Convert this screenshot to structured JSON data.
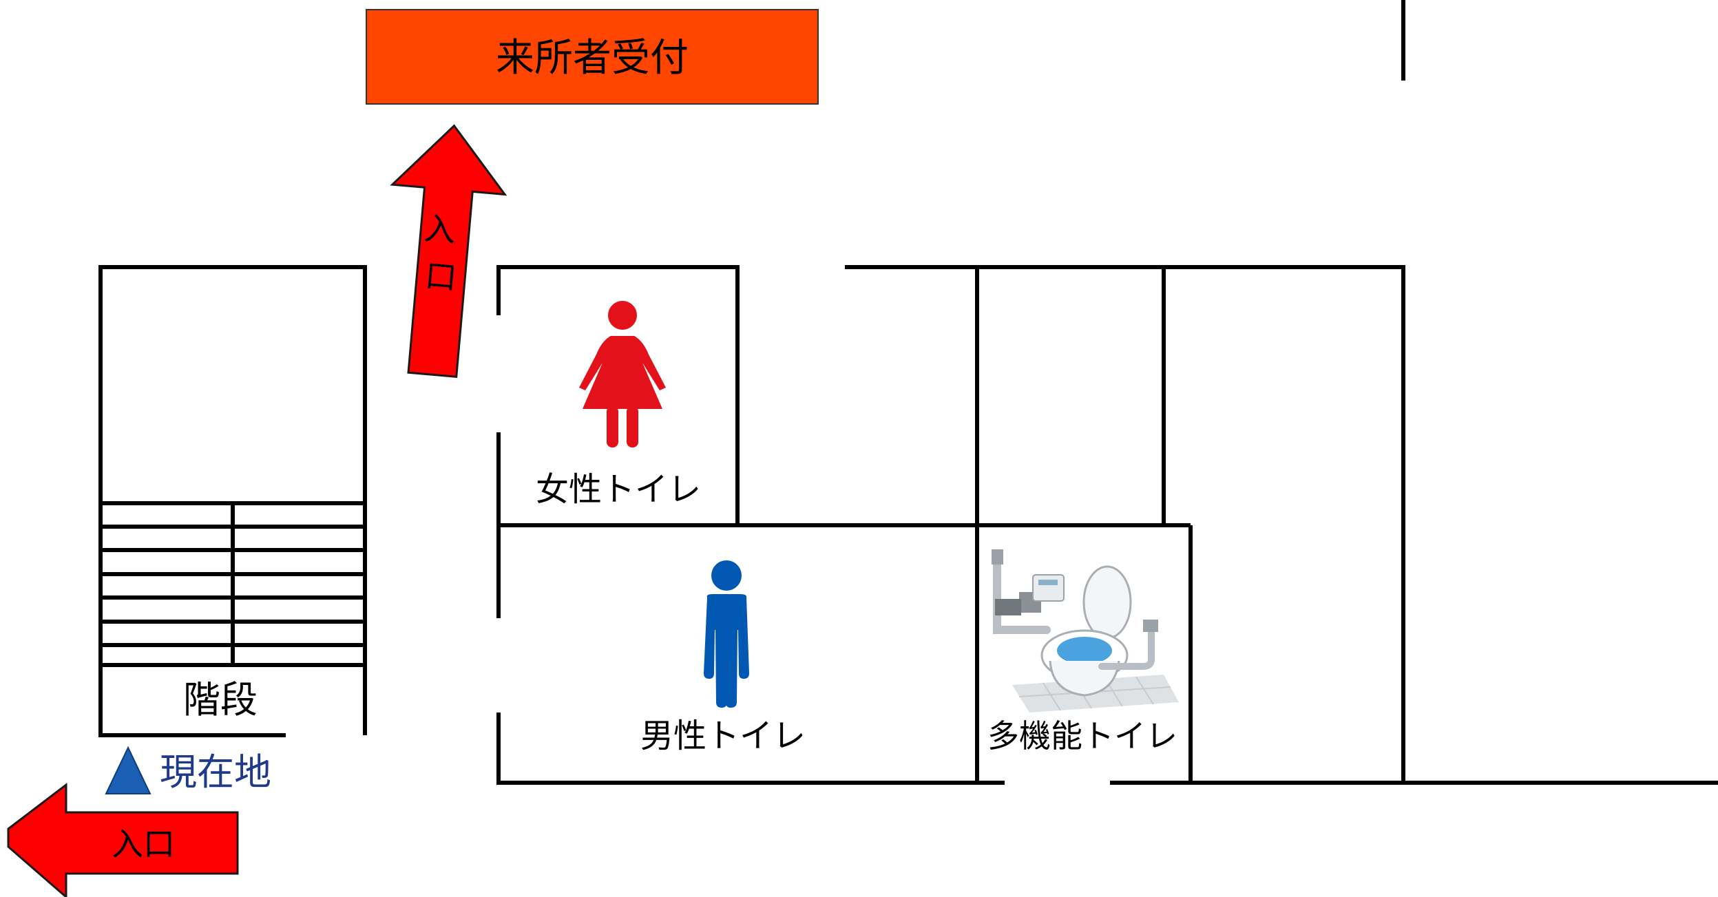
{
  "map": {
    "reception": {
      "label": "来所者受付"
    },
    "entrance_top": {
      "label": "入口"
    },
    "entrance_left": {
      "label": "入口"
    },
    "stairs": {
      "label": "階段"
    },
    "womens_toilet": {
      "label": "女性トイレ"
    },
    "mens_toilet": {
      "label": "男性トイレ"
    },
    "accessible_toilet": {
      "label": "多機能トイレ"
    },
    "current_location": {
      "label": "現在地"
    }
  },
  "icons": {
    "entrance_top": "arrow-up-icon",
    "entrance_left": "arrow-left-icon",
    "womens_toilet": "woman-icon",
    "mens_toilet": "man-icon",
    "accessible_toilet": "accessible-toilet-icon",
    "current_location": "triangle-marker-icon"
  },
  "colors": {
    "reception_fill": "#ff4500",
    "entrance_arrow": "#ff0000",
    "woman": "#e3111a",
    "man": "#0058b3",
    "current_location": "#1a5fb4",
    "current_location_text": "#1f3a8a",
    "walls": "#000000"
  }
}
